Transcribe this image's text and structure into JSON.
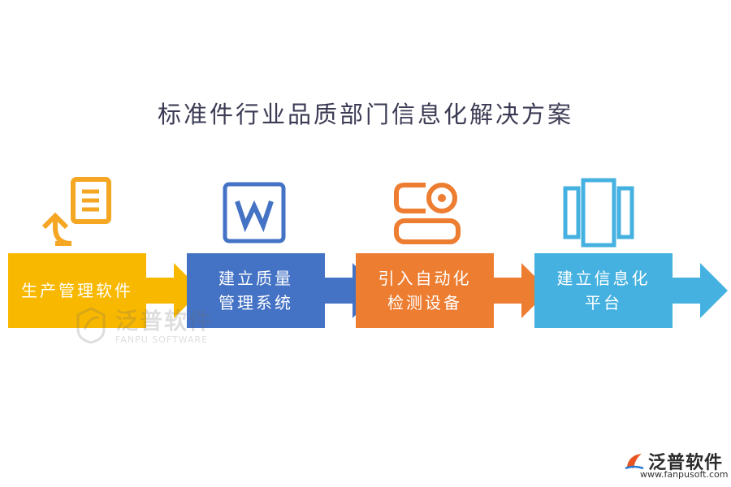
{
  "title": "标准件行业品质部门信息化解决方案",
  "steps": [
    {
      "line1": "生产管理软件",
      "line2": "",
      "color": "#f9b800",
      "icon": "document-upload-icon"
    },
    {
      "line1": "建立质量",
      "line2": "管理系统",
      "color": "#4472c4",
      "icon": "word-document-icon"
    },
    {
      "line1": "引入自动化",
      "line2": "检测设备",
      "color": "#ed7d31",
      "icon": "detection-device-icon"
    },
    {
      "line1": "建立信息化",
      "line2": "平台",
      "color": "#45b1e0",
      "icon": "platform-panels-icon"
    }
  ],
  "watermark": {
    "cn": "泛普软件",
    "en": "FANPU SOFTWARE"
  },
  "logo": {
    "cn": "泛普软件",
    "url": "www.fanpusoft.com"
  }
}
